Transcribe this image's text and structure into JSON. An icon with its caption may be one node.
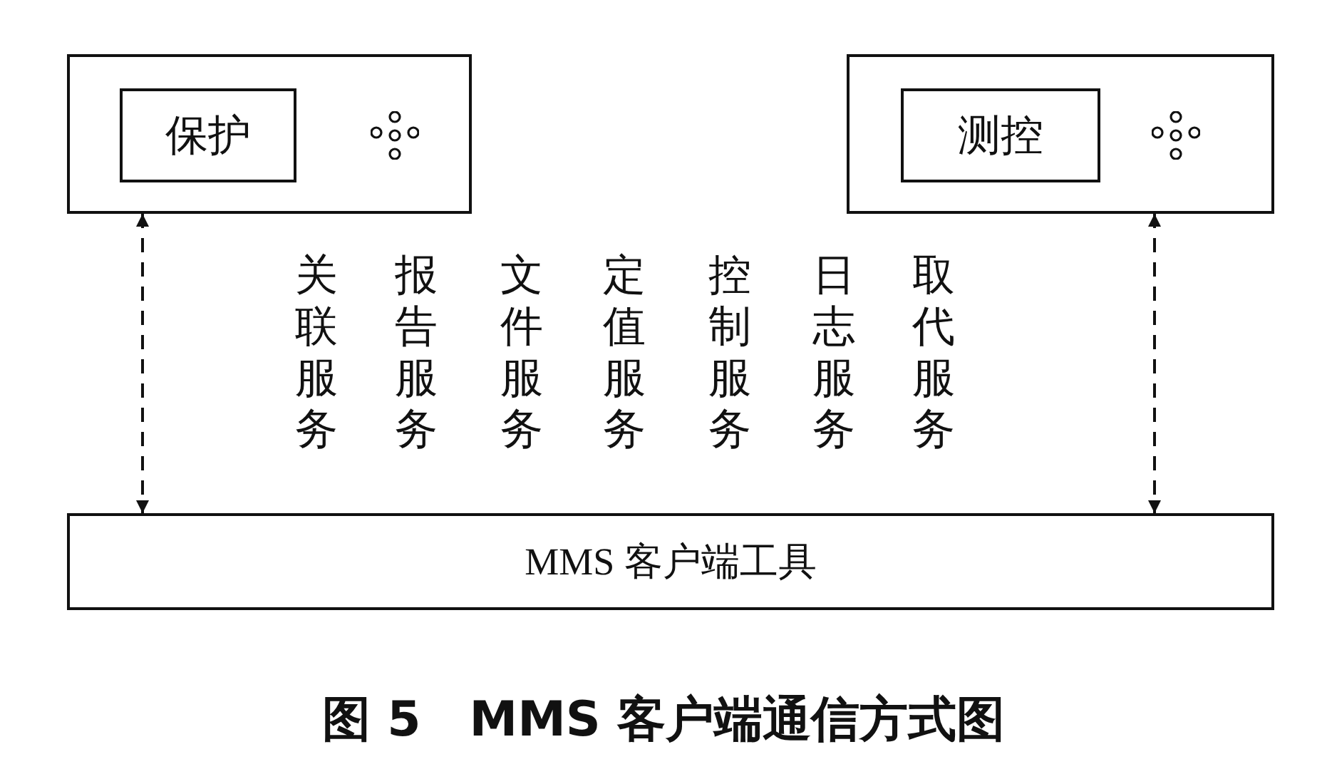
{
  "diagram": {
    "caption": "图 5　MMS 客户端通信方式图",
    "nodes": [
      {
        "text": [],
        "shape": "box"
      },
      {
        "text": [
          "保护"
        ],
        "in": 0
      },
      {
        "text": [],
        "shape": "box"
      },
      {
        "text": [
          "测控"
        ],
        "in": 2
      },
      {
        "text": [
          "MMS 客户端工具"
        ]
      }
    ],
    "edges": [
      {
        "from": 0,
        "to": 4,
        "arrow": "both",
        "style": "dashed"
      },
      {
        "from": 2,
        "to": 4,
        "arrow": "both",
        "style": "dashed"
      }
    ],
    "labels": [
      "关联服务",
      "报告服务",
      "文件服务",
      "定值服务",
      "控制服务",
      "日志服务",
      "取代服务"
    ]
  }
}
